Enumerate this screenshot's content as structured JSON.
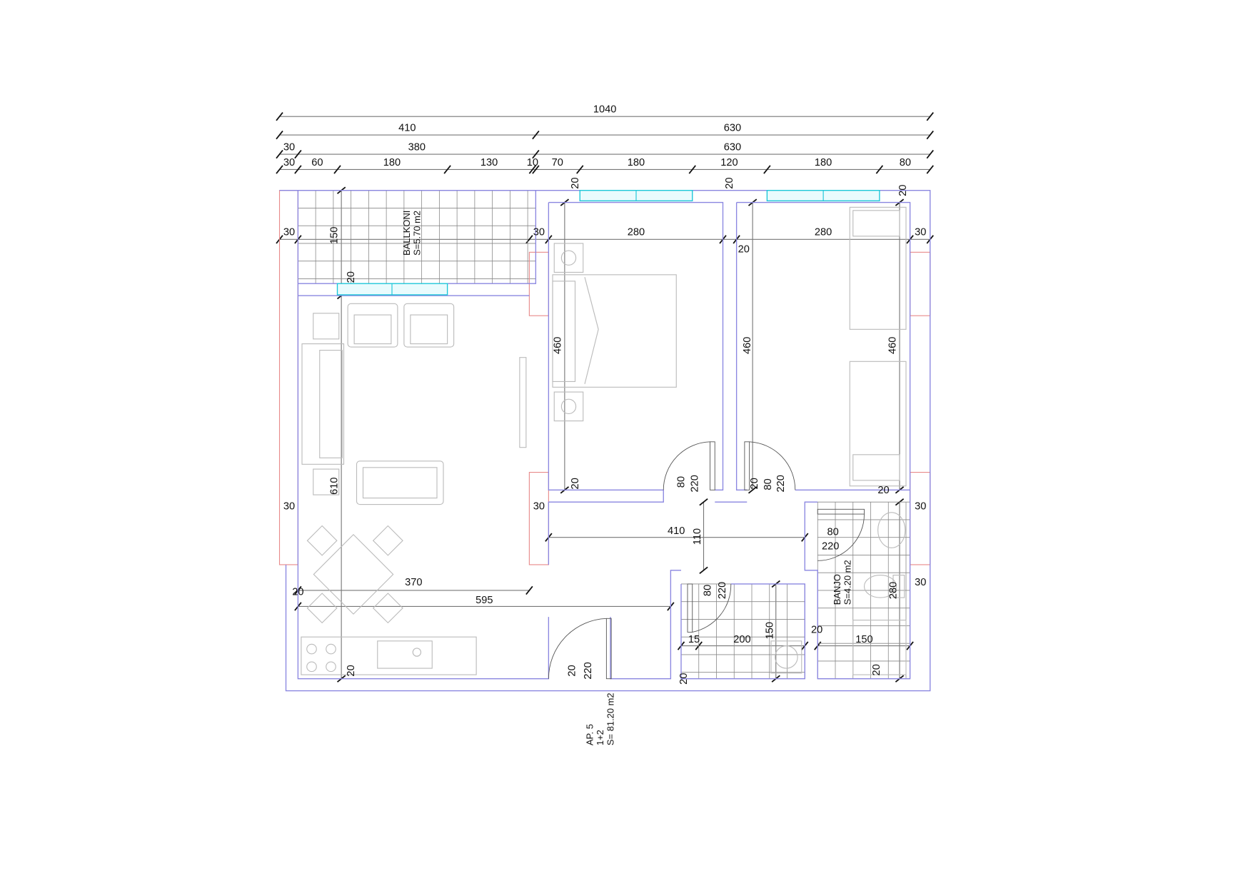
{
  "plan": {
    "dimensions": [
      "1040",
      "410",
      "630",
      "30",
      "380",
      "630",
      "30",
      "60",
      "180",
      "130",
      "10",
      "70",
      "180",
      "120",
      "180",
      "80",
      "30",
      "150",
      "30",
      "280",
      "20",
      "280",
      "30",
      "20",
      "20",
      "20",
      "20",
      "460",
      "460",
      "460",
      "610",
      "20",
      "80",
      "220",
      "30",
      "30",
      "20",
      "80",
      "220",
      "20",
      "30",
      "410",
      "110",
      "80",
      "220",
      "30",
      "370",
      "20",
      "595",
      "80",
      "220",
      "280",
      "15",
      "200",
      "150",
      "20",
      "150",
      "20",
      "20",
      "20",
      "20",
      "220"
    ],
    "rooms": {
      "balcony": {
        "name": "BALLKONI",
        "area": "S=5.70 m2"
      },
      "bathroom": {
        "name": "BANJO",
        "area": "S=4.20 m2"
      },
      "apartment": {
        "name": "AP. 5",
        "type": "1+2",
        "area": "S= 81.20 m2"
      }
    },
    "colors": {
      "wall": "#8a86e0",
      "exterior_wall": "#e88a8a",
      "window": "#19c6d8"
    }
  }
}
